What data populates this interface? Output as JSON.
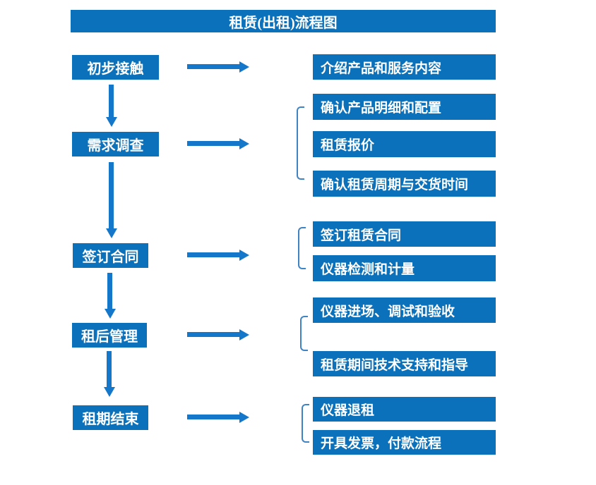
{
  "title": "租赁(出租)流程图",
  "colors": {
    "box_fill": "#0b71ba",
    "arrow": "#1577c9",
    "bracket": "#3f83c4",
    "box_text": "#ffffff",
    "background": "#ffffff"
  },
  "steps": [
    {
      "label": "初步接触",
      "outputs": [
        "介绍产品和服务内容"
      ]
    },
    {
      "label": "需求调查",
      "outputs": [
        "确认产品明细和配置",
        "租赁报价",
        "确认租赁周期与交货时间"
      ]
    },
    {
      "label": "签订合同",
      "outputs": [
        "签订租赁合同",
        "仪器检测和计量"
      ]
    },
    {
      "label": "租后管理",
      "outputs": [
        "仪器进场、调试和验收",
        "租赁期间技术支持和指导"
      ]
    },
    {
      "label": "租期结束",
      "outputs": [
        "仪器退租",
        "开具发票，付款流程"
      ]
    }
  ]
}
